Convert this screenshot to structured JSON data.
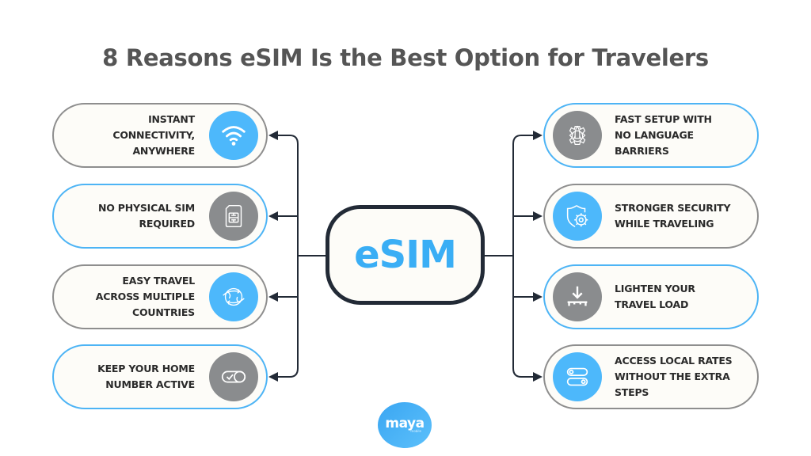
{
  "title": "8 Reasons eSIM Is the Best Option for Travelers",
  "center_label": "eSIM",
  "colors": {
    "accent_blue": "#4db8fb",
    "icon_gray": "#8a8c8e",
    "connector": "#222a36",
    "title_gray": "#555555"
  },
  "left_reasons": [
    {
      "label_lines": [
        "INSTANT",
        "CONNECTIVITY,",
        "ANYWHERE"
      ],
      "icon": "wifi-icon",
      "icon_style": "blue",
      "border": "gray"
    },
    {
      "label_lines": [
        "NO PHYSICAL SIM",
        "REQUIRED"
      ],
      "icon": "sim-card-icon",
      "icon_style": "gray",
      "border": "blue"
    },
    {
      "label_lines": [
        "EASY TRAVEL",
        "ACROSS MULTIPLE",
        "COUNTRIES"
      ],
      "icon": "globe-arrows-icon",
      "icon_style": "blue",
      "border": "gray"
    },
    {
      "label_lines": [
        "KEEP YOUR HOME",
        "NUMBER ACTIVE"
      ],
      "icon": "toggle-check-icon",
      "icon_style": "gray",
      "border": "blue"
    }
  ],
  "right_reasons": [
    {
      "label_lines": [
        "FAST SETUP WITH",
        "NO LANGUAGE",
        "BARRIERS"
      ],
      "icon": "rocket-gear-icon",
      "icon_style": "gray",
      "border": "blue"
    },
    {
      "label_lines": [
        "STRONGER SECURITY",
        "WHILE TRAVELING"
      ],
      "icon": "shield-gear-icon",
      "icon_style": "blue",
      "border": "gray"
    },
    {
      "label_lines": [
        "LIGHTEN YOUR",
        "TRAVEL LOAD"
      ],
      "icon": "download-tray-icon",
      "icon_style": "gray",
      "border": "blue"
    },
    {
      "label_lines": [
        "ACCESS LOCAL RATES",
        "WITHOUT THE EXTRA",
        "STEPS"
      ],
      "icon": "sliders-icon",
      "icon_style": "blue",
      "border": "gray"
    }
  ],
  "logo": {
    "name": "maya",
    "sub": "mobile"
  }
}
